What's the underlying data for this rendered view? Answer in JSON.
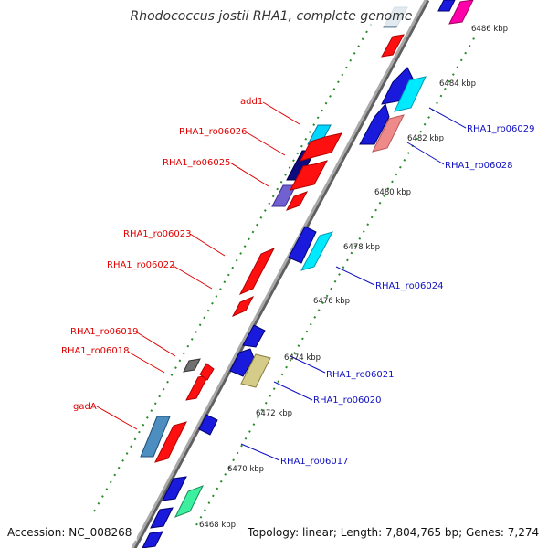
{
  "title": "Rhodococcus jostii RHA1, complete genome",
  "footer": {
    "accession": "Accession: NC_008268",
    "summary": "Topology: linear; Length: 7,804,765 bp; Genes: 7,274"
  },
  "scale": {
    "unit": "kbp",
    "ticks": [
      "6468 kbp",
      "6470 kbp",
      "6472 kbp",
      "6474 kbp",
      "6476 kbp",
      "6478 kbp",
      "6480 kbp",
      "6482 kbp",
      "6484 kbp",
      "6486 kbp"
    ]
  },
  "colors": {
    "backbone": "#8c8c8c",
    "tick": "#2a8a2a",
    "forward_label": "#e00000",
    "reverse_label": "#1010c0"
  },
  "gene_labels": {
    "left": [
      "add1",
      "RHA1_ro06026",
      "RHA1_ro06025",
      "RHA1_ro06023",
      "RHA1_ro06022",
      "RHA1_ro06019",
      "RHA1_ro06018",
      "gadA"
    ],
    "right": [
      "RHA1_ro06029",
      "RHA1_ro06028",
      "RHA1_ro06024",
      "RHA1_ro06021",
      "RHA1_ro06020",
      "RHA1_ro06017"
    ]
  },
  "genes": [
    {
      "color": "#ff00aa"
    },
    {
      "color": "#1a1add"
    },
    {
      "color": "#00d5ff"
    },
    {
      "color": "#ef8a8a"
    },
    {
      "color": "#ff1010"
    },
    {
      "color": "#00c8e8"
    },
    {
      "color": "#0c0c80"
    },
    {
      "color": "#7060d0"
    },
    {
      "color": "#00eaff"
    },
    {
      "color": "#d6cc8a"
    },
    {
      "color": "#707070"
    },
    {
      "color": "#4d8ec0"
    },
    {
      "color": "#3cf0a0"
    }
  ]
}
